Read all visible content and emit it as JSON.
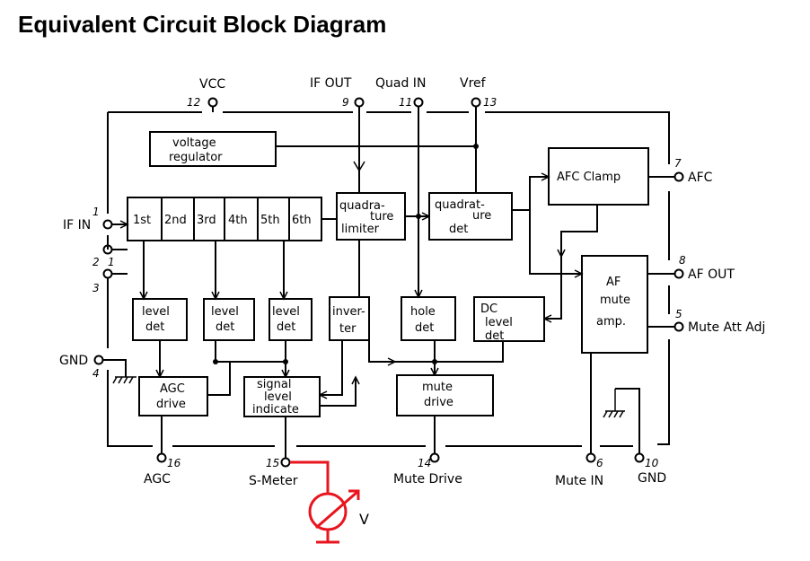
{
  "title": "Equivalent Circuit Block Diagram",
  "blocks": {
    "voltage_regulator": [
      "voltage",
      "regulator"
    ],
    "stages": [
      "1st",
      "2nd",
      "3rd",
      "4th",
      "5th",
      "6th"
    ],
    "quad_limiter": [
      "quadra-",
      "ture",
      "limiter"
    ],
    "quad_det": [
      "quadrat-",
      "ure",
      "det"
    ],
    "afc_clamp": [
      "AFC Clamp"
    ],
    "af_mute_amp": [
      "AF",
      "mute",
      "amp."
    ],
    "level_det": [
      "level",
      "det"
    ],
    "inverter": [
      "inver-",
      "ter"
    ],
    "hole_det": [
      "hole",
      "det"
    ],
    "dc_level_det": [
      "DC",
      "level",
      "det"
    ],
    "agc_drive": [
      "AGC",
      "drive"
    ],
    "signal_level": [
      "signal",
      "level",
      "indicate"
    ],
    "mute_drive": [
      "mute",
      "drive"
    ]
  },
  "pins": {
    "vcc": {
      "label": "VCC",
      "num": "12"
    },
    "if_out": {
      "label": "IF OUT",
      "num": "9"
    },
    "quad_in": {
      "label": "Quad IN",
      "num": "11"
    },
    "vref": {
      "label": "Vref",
      "num": "13"
    },
    "afc": {
      "label": "AFC",
      "num": "7"
    },
    "af_out": {
      "label": "AF OUT",
      "num": "8"
    },
    "mute_att": {
      "label": "Mute Att Adj",
      "num": "5"
    },
    "if_in": {
      "label": "IF IN",
      "num": "1"
    },
    "p2": {
      "num": "2"
    },
    "p3": {
      "num": "3"
    },
    "gnd4": {
      "label": "GND",
      "num": "4"
    },
    "agc": {
      "label": "AGC",
      "num": "16"
    },
    "smeter": {
      "label": "S-Meter",
      "num": "15"
    },
    "mutedrive": {
      "label": "Mute Drive",
      "num": "14"
    },
    "mutein": {
      "label": "Mute IN",
      "num": "6"
    },
    "gnd10": {
      "label": "GND",
      "num": "10"
    }
  },
  "meter": {
    "label": "V",
    "color": "#e8141e"
  },
  "tick_label": "1"
}
